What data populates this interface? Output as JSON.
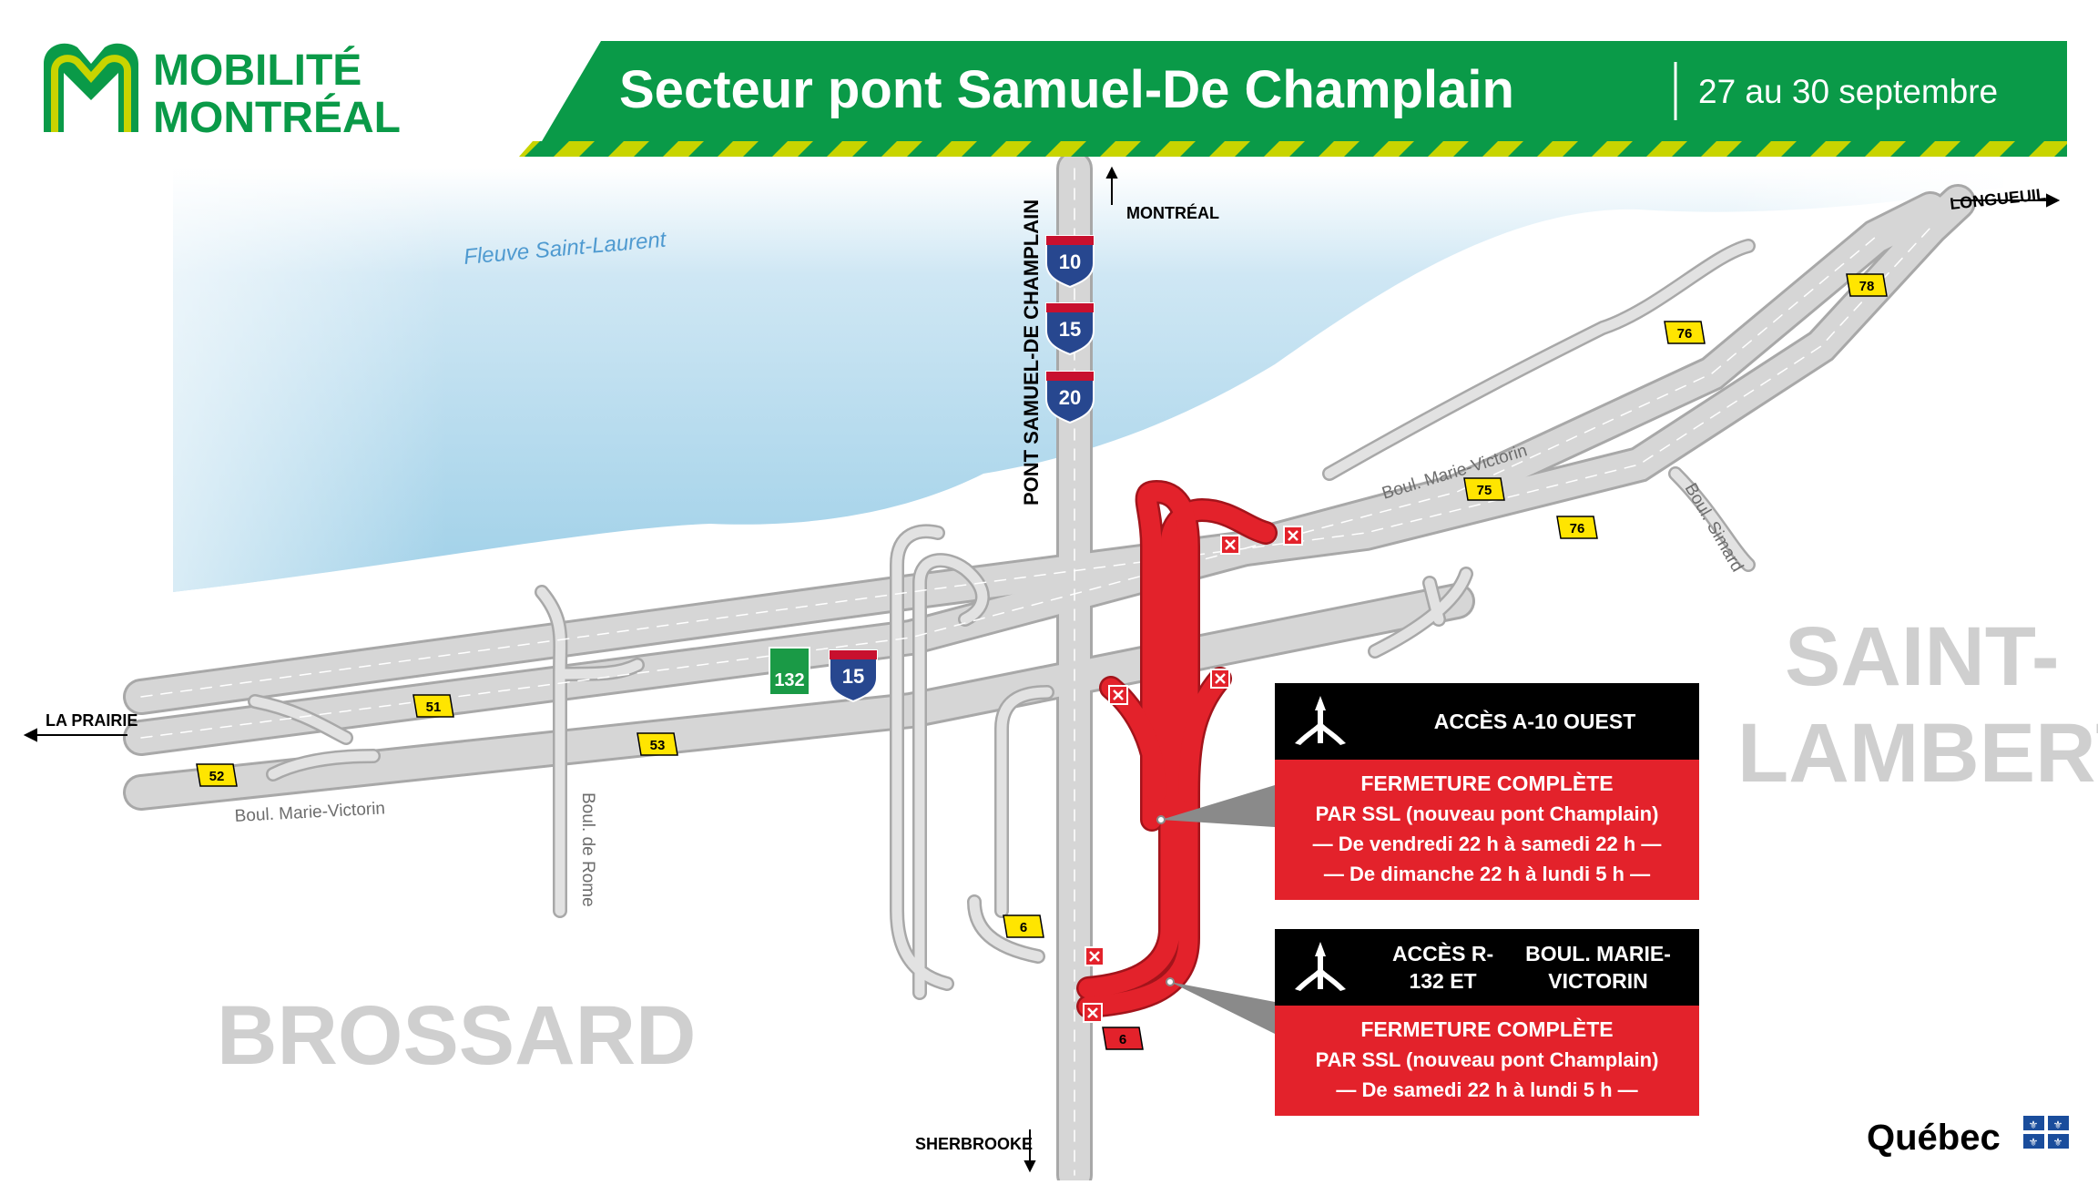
{
  "header": {
    "brand_line1": "MOBILITÉ",
    "brand_line2": "MONTRÉAL",
    "title": "Secteur pont Samuel-De Champlain",
    "date": "27 au 30 septembre"
  },
  "map": {
    "river": "Fleuve Saint-Laurent",
    "bridge": "PONT SAMUEL-DE CHAMPLAIN",
    "destinations": {
      "north": "MONTRÉAL",
      "south": "SHERBROOKE",
      "west": "LA PRAIRIE",
      "east": "LONGUEUIL"
    },
    "cities": {
      "sw_city": "BROSSARD",
      "ne_line1": "SAINT-",
      "ne_line2": "LAMBERT"
    },
    "streets": {
      "marie_victorin_west": "Boul. Marie-Victorin",
      "marie_victorin_east": "Boul. Marie-Victorin",
      "rome": "Boul. de Rome",
      "simard": "Boul. Simard"
    },
    "highway_shields": [
      "10",
      "15",
      "20",
      "15"
    ],
    "route_shield": "132",
    "exits": [
      "51",
      "52",
      "53",
      "6",
      "75",
      "76",
      "76",
      "78",
      "6"
    ],
    "closure_marker": "x",
    "colors": {
      "brand_green": "#0a9a48",
      "brand_lime": "#c8d400",
      "closure_red": "#e3222b",
      "road_gray": "#cfcfcf",
      "river_blue": "#a8d4ea",
      "shield_blue": "#27478f",
      "exit_yellow": "#ffe500",
      "route_green": "#1a9a46"
    }
  },
  "notices": [
    {
      "heading": "ACCÈS A-10 OUEST",
      "icon": "ramp-icon",
      "body": [
        "FERMETURE COMPLÈTE",
        "PAR SSL (nouveau pont Champlain)",
        "— De vendredi 22 h à samedi 22 h —",
        "— De dimanche 22 h à lundi 5 h —"
      ]
    },
    {
      "heading_line1": "ACCÈS R-132 ET",
      "heading_line2": "BOUL. MARIE-VICTORIN",
      "icon": "ramp-icon",
      "body": [
        "FERMETURE COMPLÈTE",
        "PAR SSL (nouveau pont Champlain)",
        "— De samedi 22 h à lundi 5 h —"
      ]
    }
  ],
  "footer": {
    "gov": "Québec"
  }
}
